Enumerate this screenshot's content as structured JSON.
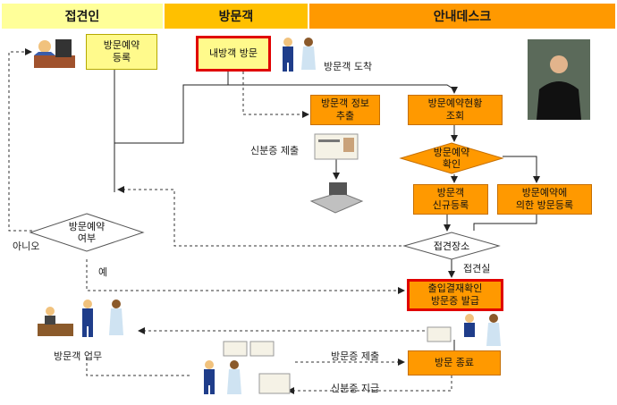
{
  "header": {
    "reception": "접견인",
    "visitor": "방문객",
    "desk": "안내데스크"
  },
  "nodes": {
    "reserve_register": "방문예약\n등록",
    "visitor_visit": "내방객 방문",
    "visitor_info": "방문객 정보\n추출",
    "reserve_status": "방문예약현황\n조회",
    "reserve_check": "방문예약\n확인",
    "new_register": "방문객\n신규등록",
    "reserved_register": "방문예약에\n의한 방문등록",
    "reserve_decision": "방문예약\n여부",
    "meeting_place": "접견장소",
    "approval_issue": "출입결재확인\n방문증 발급",
    "visit_end": "방문 종료"
  },
  "labels": {
    "visitor_arrival": "방문객 도착",
    "id_submit": "신분증 제출",
    "no": "아니오",
    "yes": "예",
    "meeting_room": "접견실",
    "visitor_work": "방문객 업무",
    "pass_submit": "방문증 제출",
    "id_return": "신분증 지급"
  }
}
